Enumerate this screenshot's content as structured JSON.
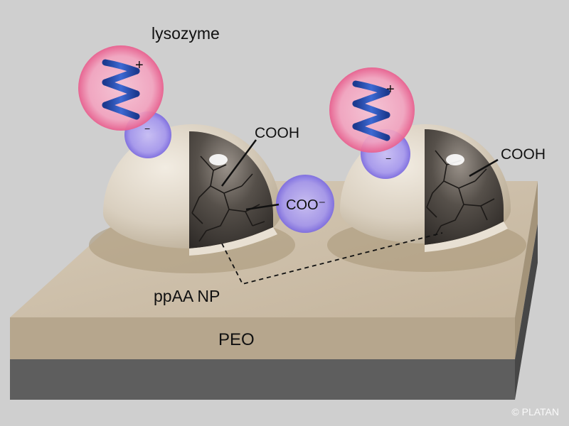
{
  "labels": {
    "lysozyme": "lysozyme",
    "cooh_left": "COOH",
    "cooh_right": "COOH",
    "coo_minus": "COO⁻",
    "nanoparticle": "ppAA NP",
    "substrate": "PEO",
    "plus_left": "+",
    "minus_left": "−",
    "plus_right": "+",
    "minus_right": "−"
  },
  "watermark": "© PLATAN",
  "colors": {
    "background": "#cfcfcf",
    "slab_top": "#cbbda8",
    "slab_front": "#b6a68d",
    "slab_dark": "#5e5e5e",
    "particle_shell": "#dcd3c5",
    "particle_core": "#4f4944",
    "lysozyme_halo": "#f6a6c3",
    "anion_halo": "#9a8ee8",
    "helix": "#2a4fb0"
  },
  "icons": [
    "helix-icon",
    "copyright-icon"
  ]
}
